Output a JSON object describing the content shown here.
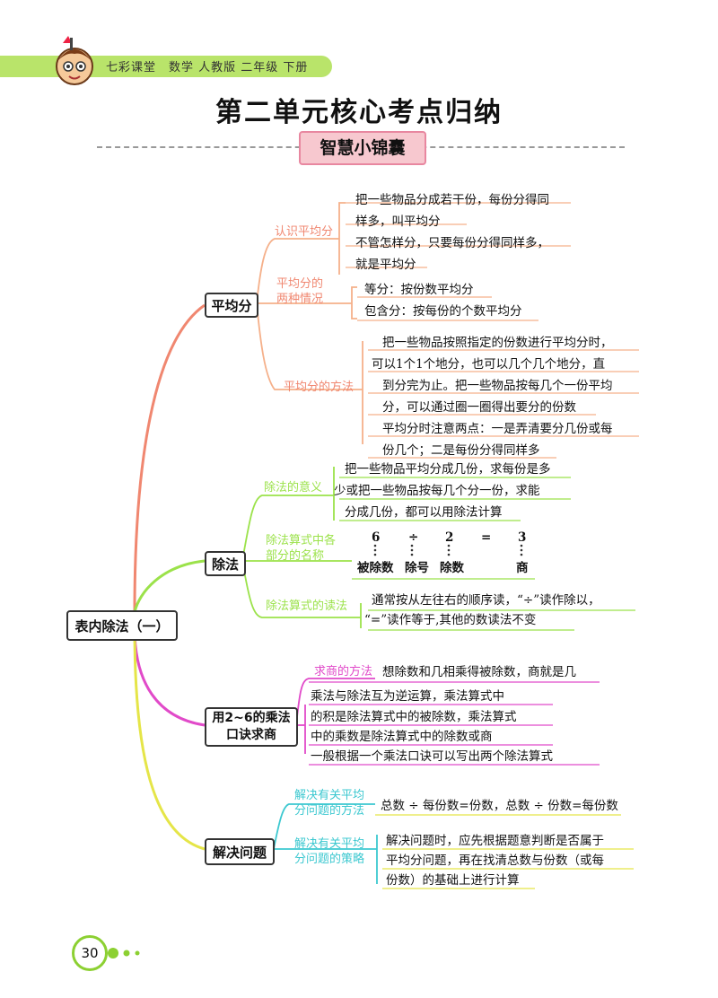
{
  "header": {
    "text": "七彩课堂　数学 人教版 二年级 下册"
  },
  "title": "第二单元核心考点归纳",
  "badge": "智慧小锦囊",
  "root": "表内除法（一）",
  "colors": {
    "b1": "#f08770",
    "b2": "#9be24a",
    "b3": "#e14ac9",
    "b4": "#e5e548",
    "teal": "#3cc8d0",
    "header": "#b9e46a"
  },
  "b1": {
    "label": "平均分",
    "s1": {
      "label": "认识平均分",
      "lines": [
        "把一些物品分成若干份，每份分得同",
        "样多，叫平均分",
        "不管怎样分，只要每份分得同样多，",
        "就是平均分"
      ]
    },
    "s2": {
      "label_line1": "平均分的",
      "label_line2": "两种情况",
      "lines": [
        "等分：按份数平均分",
        "包含分：按每份的个数平均分"
      ]
    },
    "s3": {
      "label": "平均分的方法",
      "lines": [
        "把一些物品按照指定的份数进行平均分时，",
        "可以1个1个地分，也可以几个几个地分，直",
        "到分完为止。把一些物品按每几个一份平均",
        "分，可以通过圈一圈得出要分的份数",
        "平均分时注意两点：一是弄清要分几份或每",
        "份几个；二是每份分得同样多"
      ]
    }
  },
  "b2": {
    "label": "除法",
    "s1": {
      "label": "除法的意义",
      "lines": [
        "把一些物品平均分成几份，求每份是多",
        "少或把一些物品按每几个分一份，求能",
        "分成几份，都可以用除法计算"
      ]
    },
    "s2": {
      "label_line1": "除法算式中各",
      "label_line2": "部分的名称",
      "eq": {
        "a": "6",
        "op": "÷",
        "b": "2",
        "eqs": "=",
        "c": "3"
      },
      "names": {
        "dividend": "被除数",
        "sign": "除号",
        "divisor": "除数",
        "quotient": "商"
      }
    },
    "s3": {
      "label": "除法算式的读法",
      "lines": [
        "通常按从左往右的顺序读，“÷”读作除以，",
        "“=”读作等于,其他的数读法不变"
      ]
    }
  },
  "b3": {
    "label_line1": "用2~6的乘法",
    "label_line2": "口诀求商",
    "s1": {
      "label": "求商的方法",
      "line": "想除数和几相乘得被除数，商就是几"
    },
    "lines": [
      "乘法与除法互为逆运算，乘法算式中",
      "的积是除法算式中的被除数，乘法算式",
      "中的乘数是除法算式中的除数或商",
      "一般根据一个乘法口诀可以写出两个除法算式"
    ]
  },
  "b4": {
    "label": "解决问题",
    "s1": {
      "label_line1": "解决有关平均",
      "label_line2": "分问题的方法",
      "line": "总数 ÷ 每份数=份数，总数 ÷ 份数=每份数"
    },
    "s2": {
      "label_line1": "解决有关平均",
      "label_line2": "分问题的策略",
      "lines": [
        "解决问题时，应先根据题意判断是否属于",
        "平均分问题，再在找清总数与份数（或每",
        "份数）的基础上进行计算"
      ]
    }
  },
  "page": {
    "number": "30"
  }
}
